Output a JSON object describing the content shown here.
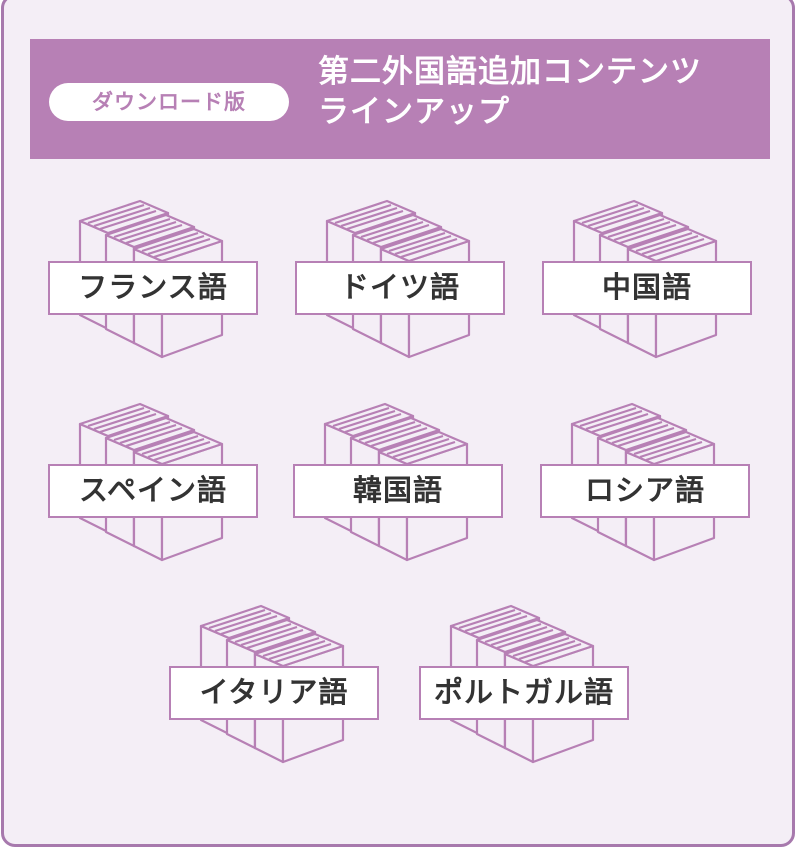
{
  "header": {
    "badge": "ダウンロード版",
    "title_line1": "第二外国語追加コンテンツ",
    "title_line2": "ラインアップ"
  },
  "languages": [
    "フランス語",
    "ドイツ語",
    "中国語",
    "スペイン語",
    "韓国語",
    "ロシア語",
    "イタリア語",
    "ポルトガル語"
  ],
  "colors": {
    "accent": "#b780b5",
    "panel_bg": "#f4eef6",
    "frame_border": "#a779ad",
    "label_text": "#333333"
  },
  "icon": "book-stack-icon"
}
